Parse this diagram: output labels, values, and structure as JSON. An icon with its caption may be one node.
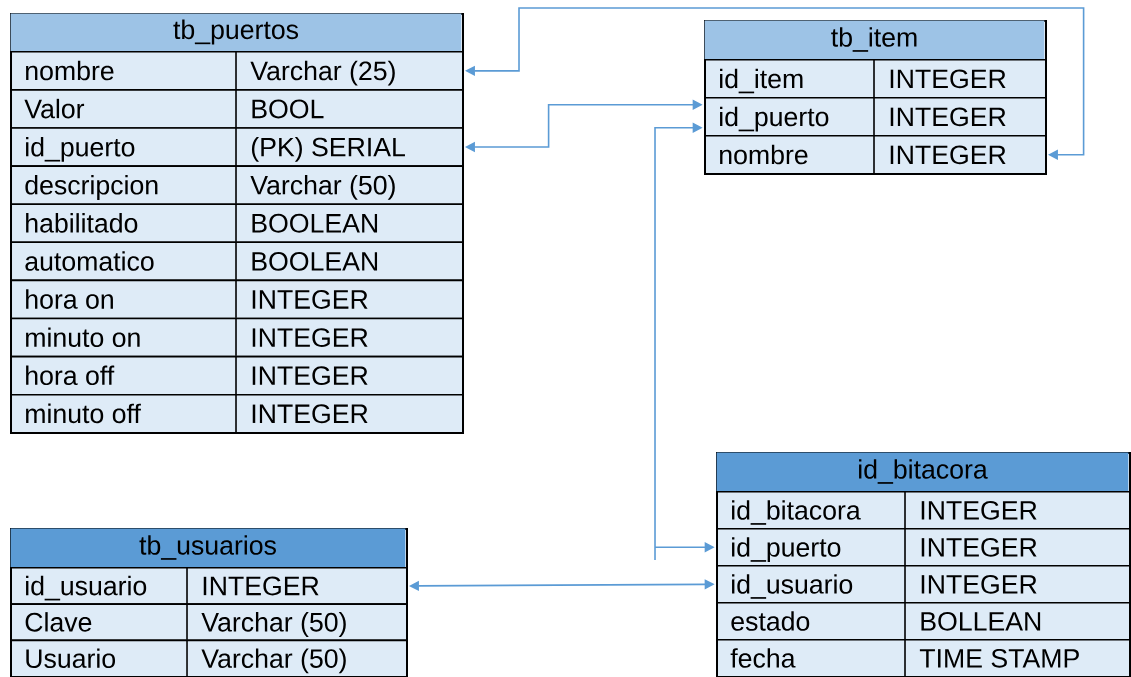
{
  "diagram": {
    "nodes": [
      {
        "text": [
          "tb_puertos"
        ]
      },
      {
        "text": [
          "nombre",
          "Varchar (25)"
        ],
        "in": 0
      },
      {
        "text": [
          "Valor",
          "BOOL"
        ],
        "in": 0
      },
      {
        "text": [
          "id_puerto",
          "(PK) SERIAL"
        ],
        "in": 0
      },
      {
        "text": [
          "descripcion",
          "Varchar (50)"
        ],
        "in": 0
      },
      {
        "text": [
          "habilitado",
          "BOOLEAN"
        ],
        "in": 0
      },
      {
        "text": [
          "automatico",
          "BOOLEAN"
        ],
        "in": 0
      },
      {
        "text": [
          "hora on",
          "INTEGER"
        ],
        "in": 0
      },
      {
        "text": [
          "minuto on",
          "INTEGER"
        ],
        "in": 0
      },
      {
        "text": [
          "hora off",
          "INTEGER"
        ],
        "in": 0
      },
      {
        "text": [
          "minuto off",
          "INTEGER"
        ],
        "in": 0
      },
      {
        "text": [
          "tb_item"
        ]
      },
      {
        "text": [
          "id_item",
          "INTEGER"
        ],
        "in": 11
      },
      {
        "text": [
          "id_puerto",
          "INTEGER"
        ],
        "in": 11
      },
      {
        "text": [
          "nombre",
          "INTEGER"
        ],
        "in": 11
      },
      {
        "text": [
          "id_bitacora"
        ]
      },
      {
        "text": [
          "id_bitacora",
          "INTEGER"
        ],
        "in": 15
      },
      {
        "text": [
          "id_puerto",
          "INTEGER"
        ],
        "in": 15
      },
      {
        "text": [
          "id_usuario",
          "INTEGER"
        ],
        "in": 15
      },
      {
        "text": [
          "estado",
          "BOLLEAN"
        ],
        "in": 15
      },
      {
        "text": [
          "fecha",
          "TIME STAMP"
        ],
        "in": 15
      },
      {
        "text": [
          "tb_usuarios"
        ]
      },
      {
        "text": [
          "id_usuario",
          "INTEGER"
        ],
        "in": 21
      },
      {
        "text": [
          "Clave",
          "Varchar (50)"
        ],
        "in": 21
      },
      {
        "text": [
          "Usuario",
          "Varchar (50)"
        ],
        "in": 21
      }
    ],
    "edges": [
      {
        "from": 14,
        "to": 1,
        "arrow": "both"
      },
      {
        "from": 3,
        "to": 13,
        "arrow": "both"
      },
      {
        "from": 13,
        "to": 17,
        "arrow": "both"
      },
      {
        "from": 22,
        "to": 18,
        "arrow": "both"
      }
    ]
  }
}
